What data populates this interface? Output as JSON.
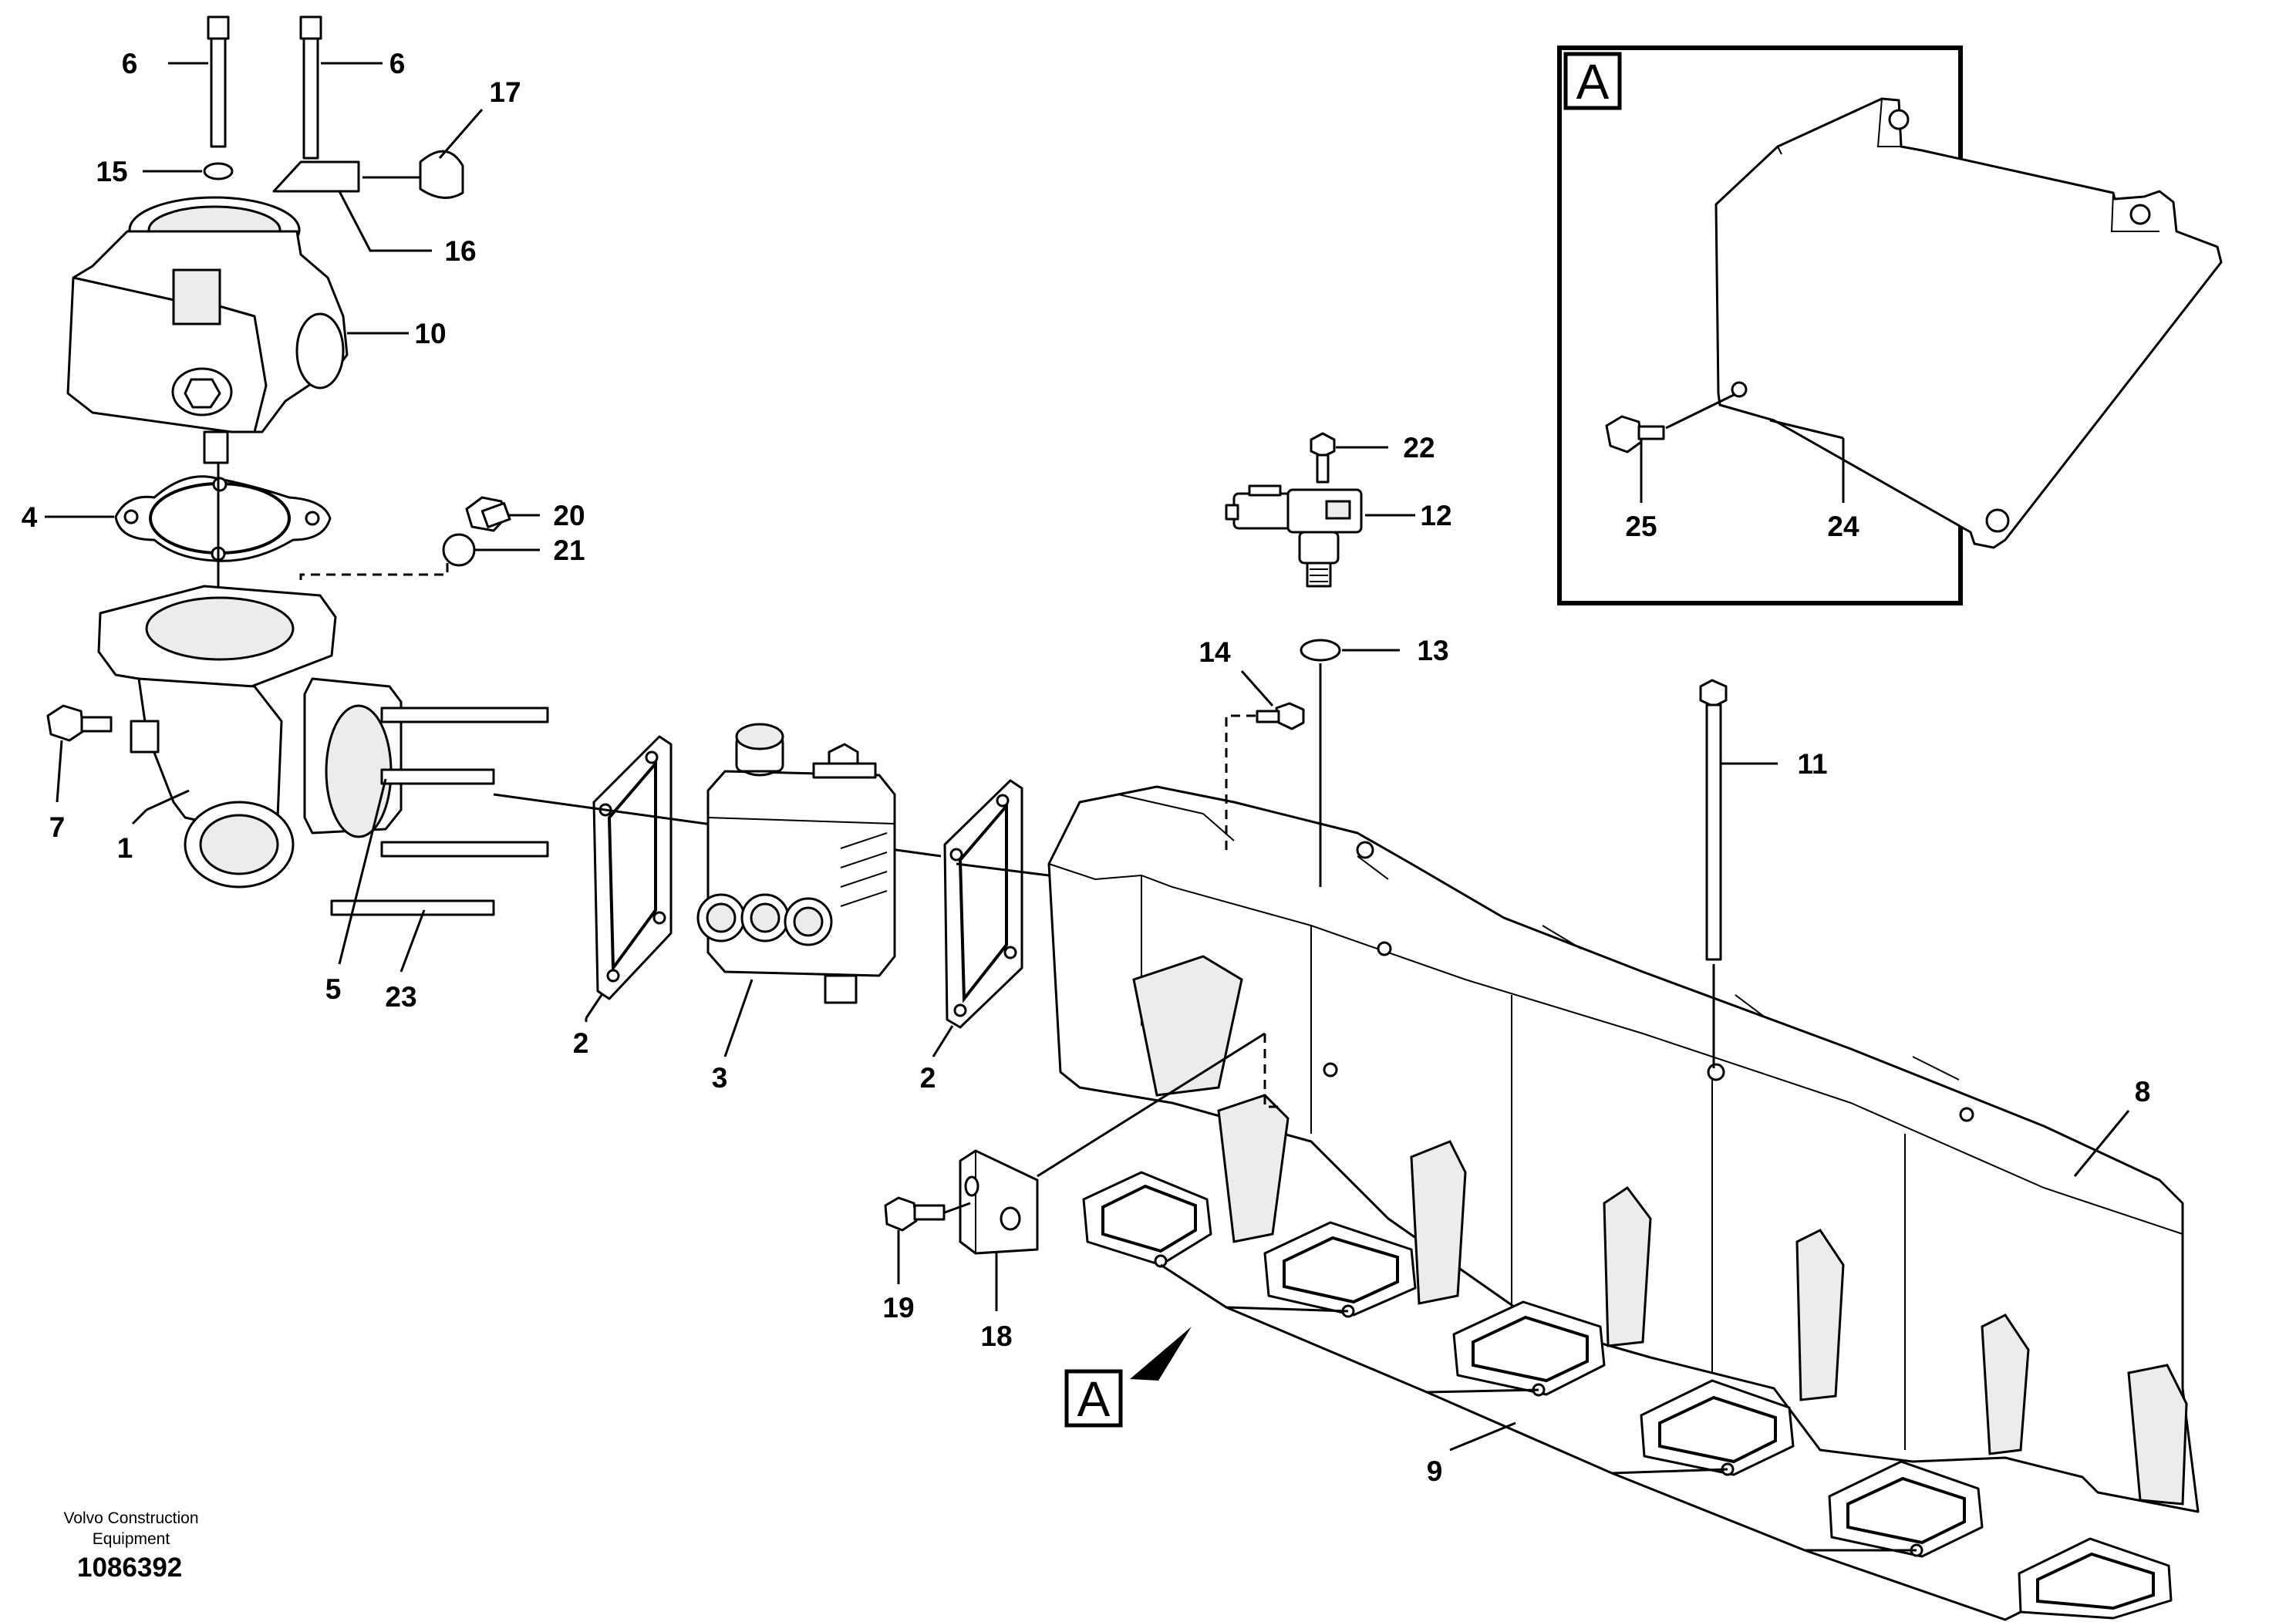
{
  "footer": {
    "brand": "Volvo Construction Equipment",
    "drawing_number": "1086392"
  },
  "detail_view": {
    "label": "A"
  },
  "view_marker": {
    "label": "A"
  },
  "callouts": {
    "p1": "1",
    "p2a": "2",
    "p2b": "2",
    "p3": "3",
    "p4": "4",
    "p5": "5",
    "p6a": "6",
    "p6b": "6",
    "p7": "7",
    "p8": "8",
    "p9": "9",
    "p10": "10",
    "p11": "11",
    "p12": "12",
    "p13": "13",
    "p14": "14",
    "p15": "15",
    "p16": "16",
    "p17": "17",
    "p18": "18",
    "p19": "19",
    "p20": "20",
    "p21": "21",
    "p22": "22",
    "p23": "23",
    "p24": "24",
    "p25": "25"
  }
}
